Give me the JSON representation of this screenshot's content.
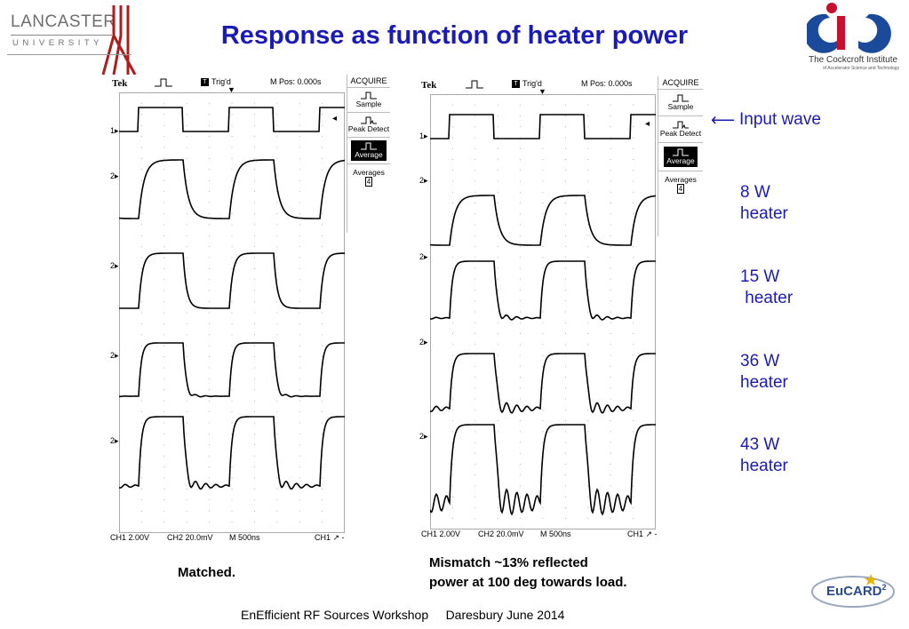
{
  "slide": {
    "title": "Response as function of heater power",
    "footer": "EnEfficient RF Sources Workshop     Daresbury June 2014",
    "caption_left": "Matched.",
    "caption_right_line1": "Mismatch ~13% reflected",
    "caption_right_line2": "power at 100 deg towards load.",
    "colors": {
      "title": "#1a1ab8",
      "labels": "#1a1ab8",
      "lancaster_red": "#b01c1c"
    }
  },
  "logos": {
    "lancaster_line1": "LANCASTER",
    "lancaster_line2": "UNIVERSITY",
    "cockcroft_line1": "The Cockcroft Institute",
    "cockcroft_line2": "of Accelerator Science and Technology",
    "eucard": "EuCARD",
    "eucard_sup": "2"
  },
  "side_labels": {
    "input_wave": "Input wave",
    "w8": "8 W\nheater",
    "w15": "15 W\n heater",
    "w36": "36 W\nheater",
    "w43": "43 W\nheater"
  },
  "scopes": [
    {
      "brand": "Tek",
      "trig": "Trig'd",
      "mpos": "M Pos: 0.000s",
      "menu_title": "ACQUIRE",
      "menu_sample": "Sample",
      "menu_peak": "Peak Detect",
      "menu_average": "Average",
      "menu_averages": "Averages",
      "menu_averages_value": "4",
      "ch1": "CH1  2.00V",
      "ch2": "CH2  20.0mV",
      "mtime": "M 500ns",
      "trig_src": "CH1 ↗ -"
    },
    {
      "brand": "Tek",
      "trig": "Trig'd",
      "mpos": "M Pos: 0.000s",
      "menu_title": "ACQUIRE",
      "menu_sample": "Sample",
      "menu_peak": "Peak Detect",
      "menu_average": "Average",
      "menu_averages": "Averages",
      "menu_averages_value": "4",
      "ch1": "CH1  2.00V",
      "ch2": "CH2  20.0mV",
      "mtime": "M 500ns",
      "trig_src": "CH1 ↗ -"
    }
  ],
  "channel_markers": {
    "ch1": "1",
    "ch2": "2"
  }
}
